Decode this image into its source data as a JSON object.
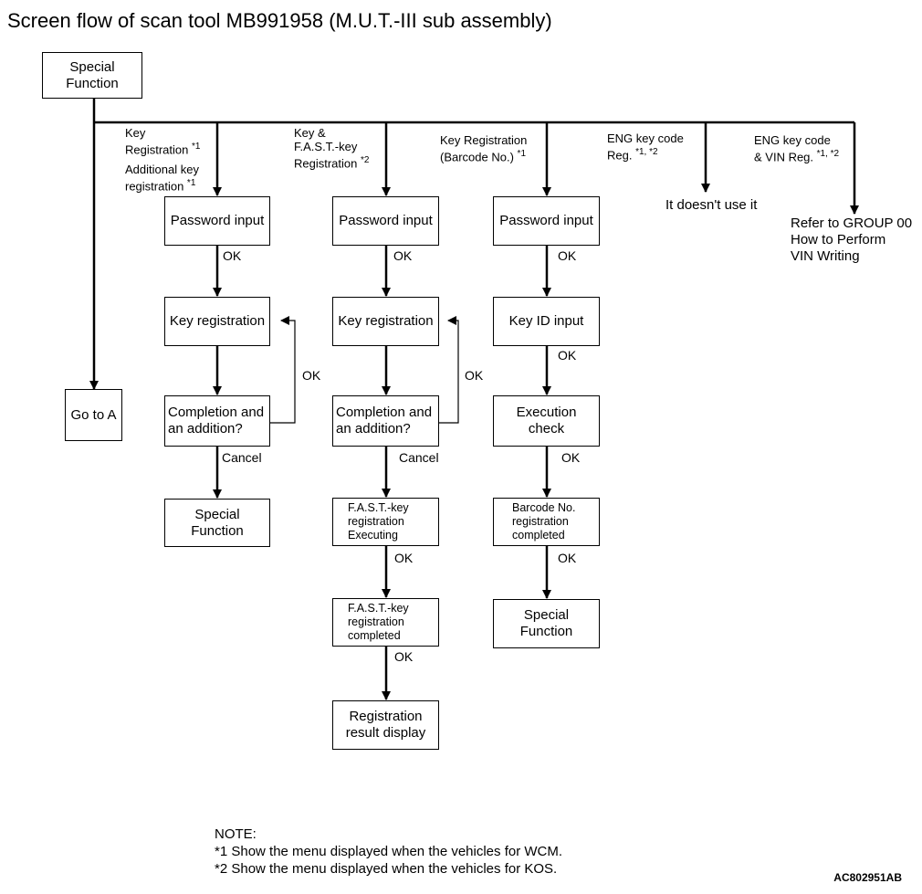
{
  "title": "Screen flow of scan tool MB991958 (M.U.T.-III sub assembly)",
  "root": "Special\nFunction",
  "go_to_a": "Go to A",
  "branch_labels": {
    "b1_key_registration": "Key\nRegistration ",
    "b1_sup": "*1",
    "b1_additional": "Additional key\nregistration ",
    "b1_additional_sup": "*1",
    "b2_key_fast": "Key &\nF.A.S.T.-key\nRegistration ",
    "b2_sup": "*2",
    "b3_barcode": "Key Registration\n(Barcode No.) ",
    "b3_sup": "*1",
    "b4_eng": "ENG key code\nReg. ",
    "b4_sup": "*1, *2",
    "b5_eng_vin": "ENG key code\n& VIN Reg. ",
    "b5_sup": "*1, *2"
  },
  "col1": {
    "password": "Password input",
    "key_registration": "Key registration",
    "completion": "Completion and\nan addition?",
    "special": "Special\nFunction"
  },
  "col2": {
    "password": "Password input",
    "key_registration": "Key registration",
    "completion": "Completion and\nan addition?",
    "fast_executing": "F.A.S.T.-key\nregistration\nExecuting",
    "fast_completed": "F.A.S.T.-key\nregistration\ncompleted",
    "result": "Registration\nresult display"
  },
  "col3": {
    "password": "Password input",
    "key_id": "Key ID input",
    "execution": "Execution\ncheck",
    "barcode_completed": "Barcode No.\nregistration\ncompleted",
    "special": "Special\nFunction"
  },
  "col4_text": "It doesn't use it",
  "col5_text": "Refer to GROUP 00\nHow to Perform\nVIN Writing",
  "flow_labels": {
    "ok": "OK",
    "cancel": "Cancel"
  },
  "note": {
    "heading": "NOTE:",
    "line1": "*1 Show the menu displayed when the vehicles for WCM.",
    "line2": "*2 Show the menu displayed when the vehicles for KOS."
  },
  "figure_code": "AC802951AB"
}
